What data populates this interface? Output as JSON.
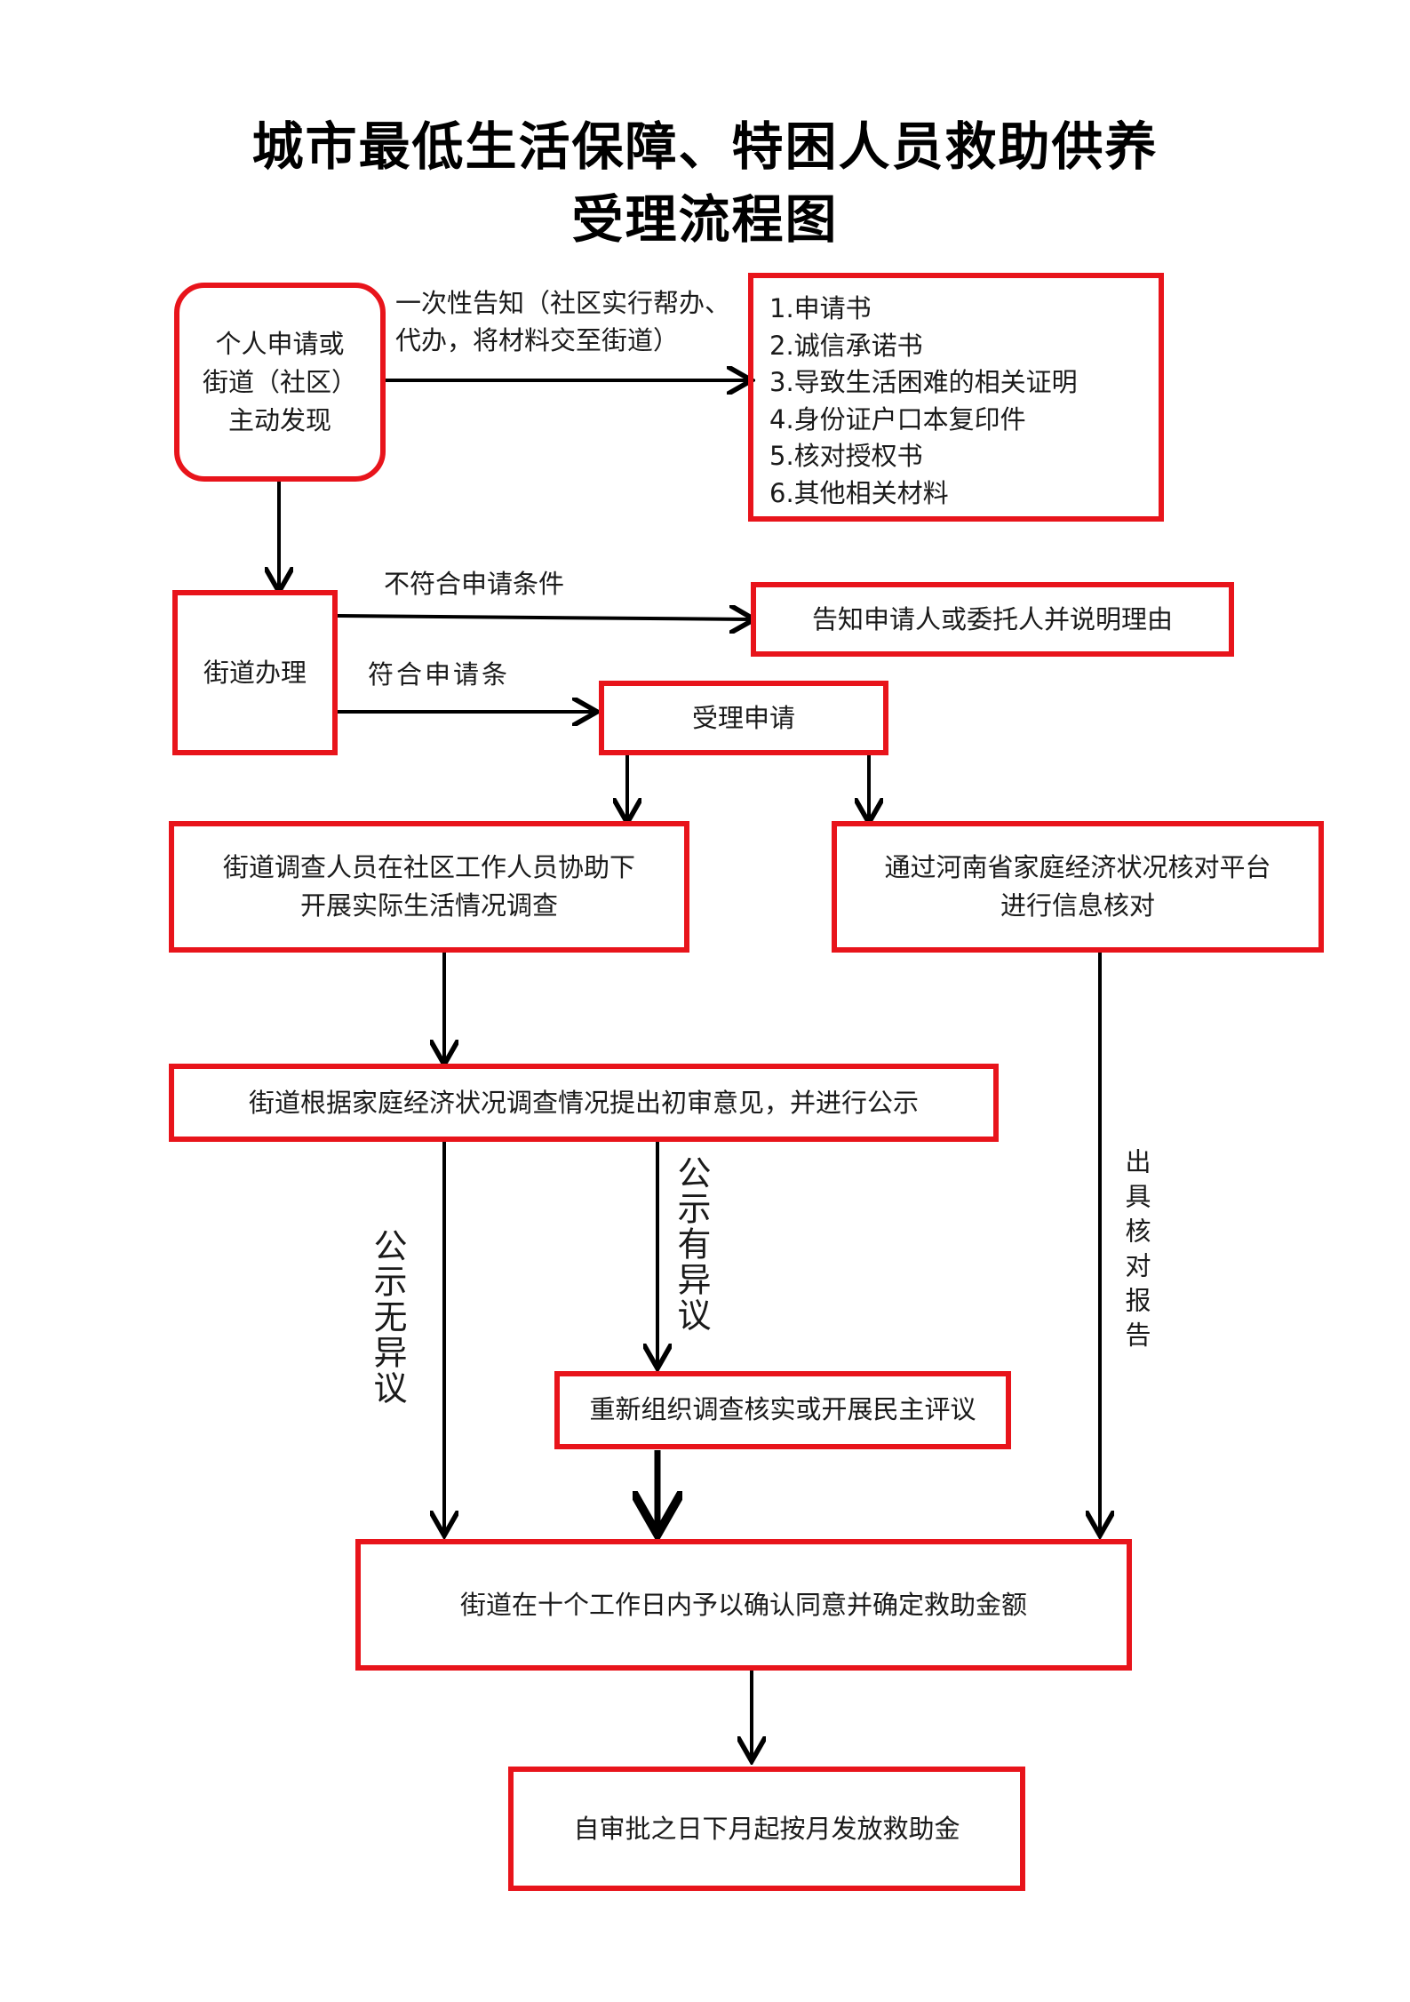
{
  "title": {
    "line1": "城市最低生活保障、特困人员救助供养",
    "line2": "受理流程图"
  },
  "nodes": {
    "apply": "个人申请或\n街道（社区）\n主动发现",
    "materials": [
      "1.申请书",
      "2.诚信承诺书",
      "3.导致生活困难的相关证明",
      "4.身份证户口本复印件",
      "5.核对授权书",
      "6.其他相关材料"
    ],
    "street_handle": "街道办理",
    "notify_reason": "告知申请人或委托人并说明理由",
    "accept": "受理申请",
    "investigate": "街道调查人员在社区工作人员协助下\n开展实际生活情况调查",
    "verify_platform": "通过河南省家庭经济状况核对平台\n进行信息核对",
    "initial_review": "街道根据家庭经济状况调查情况提出初审意见，并进行公示",
    "reinvestigate": "重新组织调查核实或开展民主评议",
    "confirm": "街道在十个工作日内予以确认同意并确定救助金额",
    "payout": "自审批之日下月起按月发放救助金"
  },
  "edge_labels": {
    "notify_once": "一次性告知（社区实行帮办、\n代办，将材料交至街道）",
    "not_eligible": "不符合申请条件",
    "eligible": "符合申请条",
    "no_objection": "公示无异议",
    "has_objection": "公示有异议",
    "issue_report": "出具核对报告"
  },
  "colors": {
    "box_border": "#e8141b",
    "arrow": "#000000"
  }
}
